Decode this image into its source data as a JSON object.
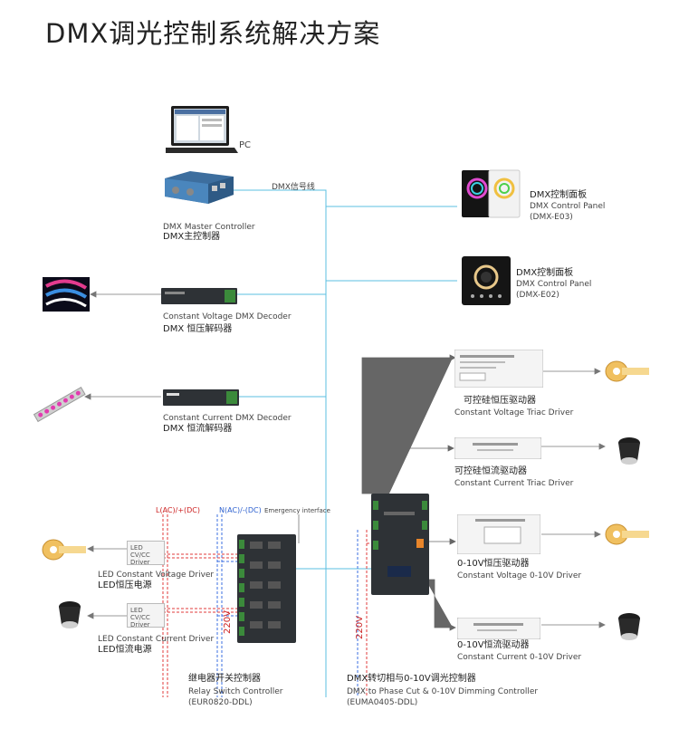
{
  "title": "DMX调光控制系统解决方案",
  "labels": {
    "pc": "PC",
    "dmx_line": "DMX信号线",
    "master_en": "DMX Master Controller",
    "master_cn": "DMX主控制器",
    "panel1_cn": "DMX控制面板",
    "panel1_en": "DMX Control Panel",
    "panel1_model": "(DMX-E03)",
    "panel2_cn": "DMX控制面板",
    "panel2_en": "DMX Control Panel",
    "panel2_model": "(DMX-E02)",
    "cv_decoder_en": "Constant Voltage DMX Decoder",
    "cv_decoder_cn": "DMX 恒压解码器",
    "cc_decoder_en": "Constant Current DMX Decoder",
    "cc_decoder_cn": "DMX 恒流解码器",
    "cv_triac_cn": "可控硅恒压驱动器",
    "cv_triac_en": "Constant Voltage Triac Driver",
    "cc_triac_cn": "可控硅恒流驱动器",
    "cc_triac_en": "Constant Current Triac Driver",
    "cv_010_cn": "0-10V恒压驱动器",
    "cv_010_en": "Constant Voltage 0-10V Driver",
    "cc_010_cn": "0-10V恒流驱动器",
    "cc_010_en": "Constant Current 0-10V Driver",
    "led_cv_en": "LED Constant Voltage Driver",
    "led_cv_cn": "LED恒压电源",
    "led_cc_en": "LED Constant Current  Driver",
    "led_cc_cn": "LED恒流电源",
    "relay_cn": "继电器开关控制器",
    "relay_en": "Relay Switch Controller",
    "relay_model": "(EUR0820-DDL)",
    "phase_cn": "DMX转切相与0-10V调光控制器",
    "phase_en": "DMX to Phase Cut & 0-10V Dimming Controller",
    "phase_model": "(EUMA0405-DDL)",
    "l_line": "L(AC)/+(DC)",
    "n_line": "N(AC)/-(DC)",
    "emergency": "Emergency interface",
    "v220_left": "220V",
    "v220_right": "220V",
    "driver_box_cv": "LED CV/CC Driver",
    "driver_box_cc": "LED CV/CC Driver"
  },
  "colors": {
    "dmx_wire": "#5bbfe0",
    "live_wire": "#e23b3b",
    "neutral_wire": "#3b6fe2",
    "device_dark": "#2e3236",
    "driver_white": "#f4f4f4",
    "accent_orange": "#e8852a"
  },
  "icons": {
    "pc": "laptop-icon",
    "master": "dmx-master-controller-icon",
    "panel": "touch-panel-icon",
    "strip": "led-strip-icon",
    "wallwasher": "wall-washer-icon",
    "downlight": "downlight-icon",
    "tape": "led-tape-reel-icon"
  }
}
